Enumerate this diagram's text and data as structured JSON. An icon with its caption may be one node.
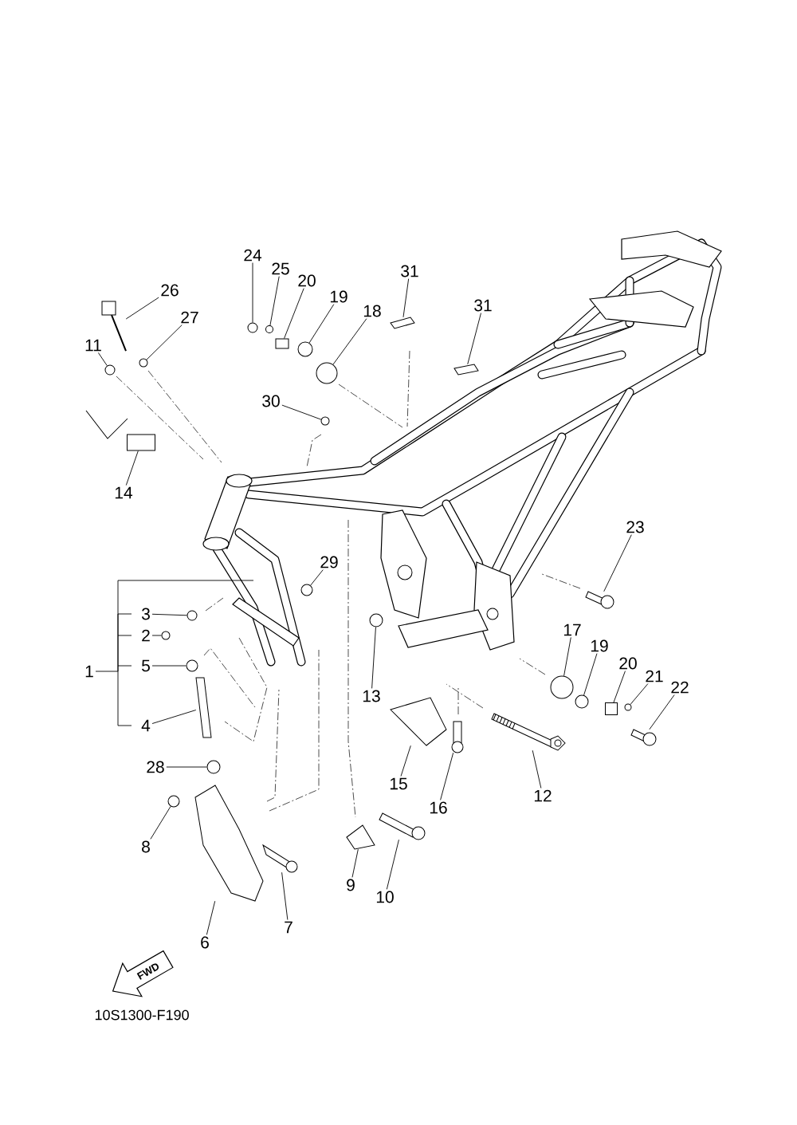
{
  "diagram": {
    "nodes": [
      {
        "text": [
          "24"
        ]
      },
      {
        "text": [
          "26"
        ]
      },
      {
        "text": [
          "25"
        ]
      },
      {
        "text": [
          "20"
        ]
      },
      {
        "text": [
          "31"
        ]
      },
      {
        "text": [
          "19"
        ]
      },
      {
        "text": [
          "18"
        ]
      },
      {
        "text": [
          "31"
        ]
      },
      {
        "text": [
          "27"
        ]
      },
      {
        "text": [
          "11"
        ]
      },
      {
        "text": [
          "30"
        ]
      },
      {
        "text": [
          "14"
        ]
      },
      {
        "text": [
          "23"
        ]
      },
      {
        "text": [
          "29"
        ]
      },
      {
        "text": [
          "3"
        ]
      },
      {
        "text": [
          "2"
        ]
      },
      {
        "text": [
          "1"
        ]
      },
      {
        "text": [
          "5"
        ]
      },
      {
        "text": [
          "17"
        ]
      },
      {
        "text": [
          "19"
        ]
      },
      {
        "text": [
          "13"
        ]
      },
      {
        "text": [
          "20"
        ]
      },
      {
        "text": [
          "21"
        ]
      },
      {
        "text": [
          "22"
        ]
      },
      {
        "text": [
          "4"
        ]
      },
      {
        "text": [
          "28"
        ]
      },
      {
        "text": [
          "15"
        ]
      },
      {
        "text": [
          "12"
        ]
      },
      {
        "text": [
          "16"
        ]
      },
      {
        "text": [
          "8"
        ]
      },
      {
        "text": [
          "9"
        ]
      },
      {
        "text": [
          "10"
        ]
      },
      {
        "text": [
          "7"
        ]
      },
      {
        "text": [
          "6"
        ]
      },
      {
        "text": [
          "FWD"
        ]
      },
      {
        "text": [],
        "shape": "circle"
      },
      {
        "text": [],
        "shape": "picture"
      },
      {
        "text": [],
        "shape": "circle"
      },
      {
        "text": [],
        "shape": "box"
      },
      {
        "text": [],
        "shape": "picture"
      },
      {
        "text": [],
        "shape": "circle"
      },
      {
        "text": [],
        "shape": "circle"
      },
      {
        "text": [],
        "shape": "picture"
      },
      {
        "text": [],
        "shape": "circle"
      },
      {
        "text": [],
        "shape": "circle"
      },
      {
        "text": [],
        "shape": "circle"
      },
      {
        "text": [],
        "shape": "box"
      },
      {
        "text": [],
        "shape": "picture"
      },
      {
        "text": [],
        "shape": "circle"
      },
      {
        "text": [],
        "shape": "circle"
      },
      {
        "text": [],
        "shape": "circle"
      },
      {
        "text": [],
        "shape": "circle"
      },
      {
        "text": [],
        "shape": "circle"
      },
      {
        "text": [],
        "shape": "circle"
      },
      {
        "text": [],
        "shape": "circle"
      },
      {
        "text": [],
        "shape": "box"
      },
      {
        "text": [],
        "shape": "circle"
      },
      {
        "text": [],
        "shape": "picture"
      },
      {
        "text": [],
        "shape": "picture"
      },
      {
        "text": [],
        "shape": "circle"
      },
      {
        "text": [],
        "shape": "picture"
      },
      {
        "text": [],
        "shape": "picture"
      },
      {
        "text": [],
        "shape": "picture"
      },
      {
        "text": [],
        "shape": "circle"
      },
      {
        "text": [],
        "shape": "picture"
      },
      {
        "text": [],
        "shape": "picture"
      },
      {
        "text": [],
        "shape": "picture"
      },
      {
        "text": [],
        "shape": "picture"
      }
    ],
    "edges": [
      {
        "from": 0,
        "to": 35,
        "arrow": "none"
      },
      {
        "from": 1,
        "to": 36,
        "arrow": "none"
      },
      {
        "from": 2,
        "to": 37,
        "arrow": "none"
      },
      {
        "from": 3,
        "to": 38,
        "arrow": "none"
      },
      {
        "from": 4,
        "to": 39,
        "arrow": "none"
      },
      {
        "from": 5,
        "to": 40,
        "arrow": "none"
      },
      {
        "from": 6,
        "to": 41,
        "arrow": "none"
      },
      {
        "from": 7,
        "to": 42,
        "arrow": "none"
      },
      {
        "from": 8,
        "to": 43,
        "arrow": "none"
      },
      {
        "from": 9,
        "to": 44,
        "arrow": "none"
      },
      {
        "from": 10,
        "to": 45,
        "arrow": "none"
      },
      {
        "from": 11,
        "to": 46,
        "arrow": "none"
      },
      {
        "from": 12,
        "to": 47,
        "arrow": "none"
      },
      {
        "from": 13,
        "to": 48,
        "arrow": "none"
      },
      {
        "from": 14,
        "to": 49,
        "arrow": "none"
      },
      {
        "from": 15,
        "to": 50,
        "arrow": "none"
      },
      {
        "from": 16,
        "to": null,
        "arrow": "none"
      },
      {
        "from": 17,
        "to": 51,
        "arrow": "none"
      },
      {
        "from": 18,
        "to": 52,
        "arrow": "none"
      },
      {
        "from": 19,
        "to": 53,
        "arrow": "none"
      },
      {
        "from": 20,
        "to": 54,
        "arrow": "none"
      },
      {
        "from": 21,
        "to": 55,
        "arrow": "none"
      },
      {
        "from": 22,
        "to": 56,
        "arrow": "none"
      },
      {
        "from": 23,
        "to": 57,
        "arrow": "none"
      },
      {
        "from": 24,
        "to": 58,
        "arrow": "none"
      },
      {
        "from": 25,
        "to": 59,
        "arrow": "none"
      },
      {
        "from": 26,
        "to": 60,
        "arrow": "none"
      },
      {
        "from": 27,
        "to": 61,
        "arrow": "none"
      },
      {
        "from": 28,
        "to": 62,
        "arrow": "none"
      },
      {
        "from": 29,
        "to": 63,
        "arrow": "none"
      },
      {
        "from": 30,
        "to": 64,
        "arrow": "none"
      },
      {
        "from": 31,
        "to": 65,
        "arrow": "none"
      },
      {
        "from": 32,
        "to": 66,
        "arrow": "none"
      },
      {
        "from": 33,
        "to": 67,
        "arrow": "none"
      }
    ],
    "labels": [
      "10S1300-F190"
    ]
  }
}
